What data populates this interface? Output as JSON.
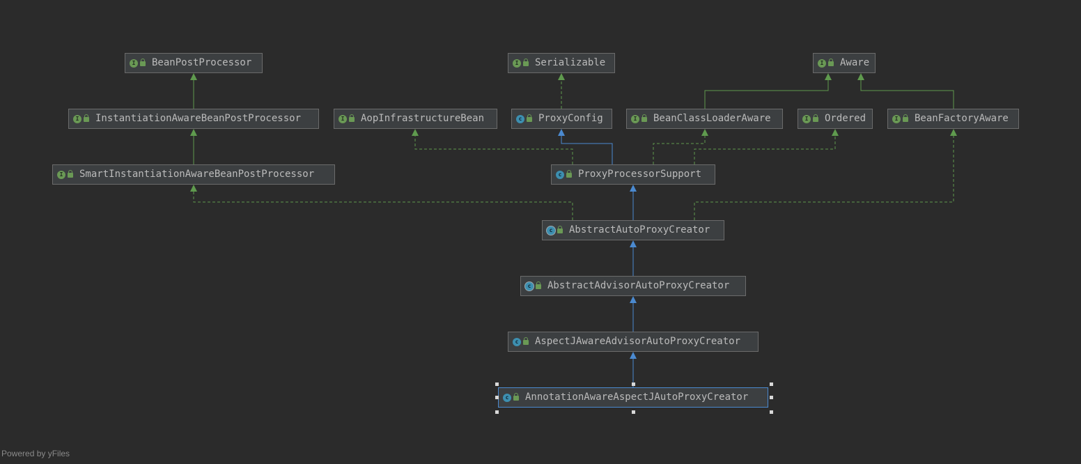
{
  "diagram": {
    "nodes": [
      {
        "id": "bpp",
        "label": "BeanPostProcessor",
        "kind": "interface",
        "kind_glyph": "I"
      },
      {
        "id": "ser",
        "label": "Serializable",
        "kind": "interface",
        "kind_glyph": "I"
      },
      {
        "id": "aware",
        "label": "Aware",
        "kind": "interface",
        "kind_glyph": "I"
      },
      {
        "id": "iabpp",
        "label": "InstantiationAwareBeanPostProcessor",
        "kind": "interface",
        "kind_glyph": "I"
      },
      {
        "id": "aib",
        "label": "AopInfrastructureBean",
        "kind": "interface",
        "kind_glyph": "I"
      },
      {
        "id": "pc",
        "label": "ProxyConfig",
        "kind": "class",
        "kind_glyph": "c"
      },
      {
        "id": "bcla",
        "label": "BeanClassLoaderAware",
        "kind": "interface",
        "kind_glyph": "I"
      },
      {
        "id": "ord",
        "label": "Ordered",
        "kind": "interface",
        "kind_glyph": "I"
      },
      {
        "id": "bfa",
        "label": "BeanFactoryAware",
        "kind": "interface",
        "kind_glyph": "I"
      },
      {
        "id": "siabpp",
        "label": "SmartInstantiationAwareBeanPostProcessor",
        "kind": "interface",
        "kind_glyph": "I"
      },
      {
        "id": "pps",
        "label": "ProxyProcessorSupport",
        "kind": "class",
        "kind_glyph": "c"
      },
      {
        "id": "aapc",
        "label": "AbstractAutoProxyCreator",
        "kind": "abstract",
        "kind_glyph": "c"
      },
      {
        "id": "aaapc",
        "label": "AbstractAdvisorAutoProxyCreator",
        "kind": "abstract",
        "kind_glyph": "c"
      },
      {
        "id": "ajaapc",
        "label": "AspectJAwareAdvisorAutoProxyCreator",
        "kind": "class",
        "kind_glyph": "c"
      },
      {
        "id": "aaajapc",
        "label": "AnnotationAwareAspectJAutoProxyCreator",
        "kind": "class",
        "kind_glyph": "c",
        "selected": true
      }
    ],
    "edges": [
      {
        "from": "iabpp",
        "to": "bpp",
        "type": "extends-interface"
      },
      {
        "from": "siabpp",
        "to": "iabpp",
        "type": "extends-interface"
      },
      {
        "from": "pc",
        "to": "ser",
        "type": "implements"
      },
      {
        "from": "bcla",
        "to": "aware",
        "type": "extends-interface"
      },
      {
        "from": "bfa",
        "to": "aware",
        "type": "extends-interface"
      },
      {
        "from": "pps",
        "to": "pc",
        "type": "extends-class"
      },
      {
        "from": "pps",
        "to": "aib",
        "type": "implements"
      },
      {
        "from": "pps",
        "to": "bcla",
        "type": "implements"
      },
      {
        "from": "pps",
        "to": "ord",
        "type": "implements"
      },
      {
        "from": "aapc",
        "to": "pps",
        "type": "extends-class"
      },
      {
        "from": "aapc",
        "to": "siabpp",
        "type": "implements"
      },
      {
        "from": "aapc",
        "to": "bfa",
        "type": "implements"
      },
      {
        "from": "aaapc",
        "to": "aapc",
        "type": "extends-class"
      },
      {
        "from": "ajaapc",
        "to": "aaapc",
        "type": "extends-class"
      },
      {
        "from": "aaajapc",
        "to": "ajaapc",
        "type": "extends-class"
      }
    ],
    "colors": {
      "background": "#2b2b2b",
      "interface_edge": "#5f9a4e",
      "class_edge": "#4b8ad0",
      "node_fill": "#3c3f41",
      "node_border": "#6b6b6b",
      "selected_border": "#4b8ad0"
    }
  },
  "footer": {
    "text": "Powered by yFiles"
  }
}
